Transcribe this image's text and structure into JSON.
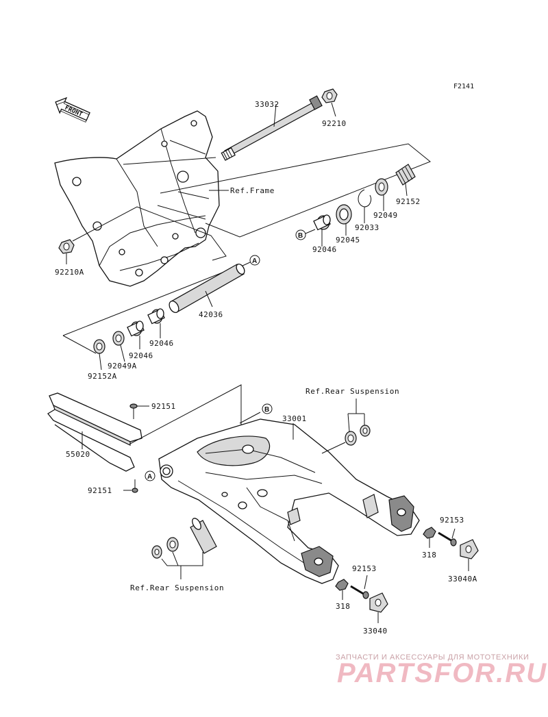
{
  "figure_id": "F2141",
  "front_marker": "FRONT",
  "parts": {
    "p33032": "33032",
    "p92210": "92210",
    "p92210A": "92210A",
    "ref_frame": "Ref.Frame",
    "p92152": "92152",
    "p92049": "92049",
    "p92033": "92033",
    "p92045": "92045",
    "p92046_top": "92046",
    "p42036": "42036",
    "p92046_mid": "92046",
    "p92046_low": "92046",
    "p92049A": "92049A",
    "p92152A": "92152A",
    "p92151_top": "92151",
    "p92151_bot": "92151",
    "p55020": "55020",
    "p33001": "33001",
    "ref_rear_susp_top": "Ref.Rear Suspension",
    "ref_rear_susp_bot": "Ref.Rear Suspension",
    "p92153_right": "92153",
    "p318_right": "318",
    "p33040A": "33040A",
    "p92153_low": "92153",
    "p318_low": "318",
    "p33040": "33040"
  },
  "callouts": {
    "a_top": "A",
    "a_low": "A",
    "b_top": "B",
    "b_low": "B"
  },
  "watermark": {
    "tagline": "ЗАПЧАСТИ И АКСЕССУАРЫ ДЛЯ МОТОТЕХНИКИ",
    "brand": "PARTSFOR.RU"
  },
  "colors": {
    "line": "#111111",
    "watermark_text": "#f0b9c2",
    "watermark_tagline": "#c9a0a6"
  }
}
